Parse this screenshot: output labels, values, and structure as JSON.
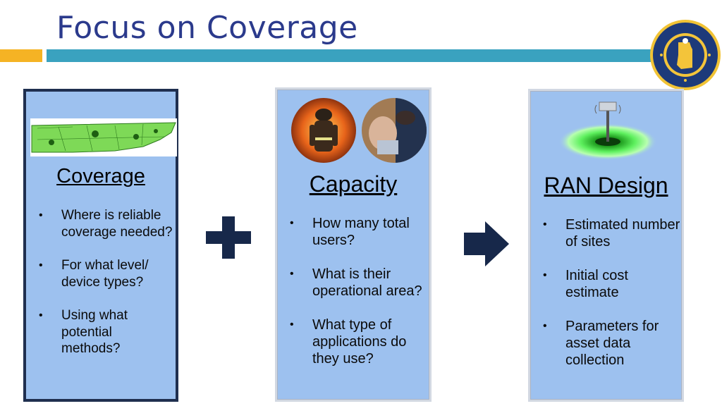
{
  "slide": {
    "title": "Focus on Coverage"
  },
  "panels": {
    "coverage": {
      "heading": "Coverage",
      "items": [
        "Where is reliable coverage needed?",
        "For what level/ device types?",
        "Using what potential methods?"
      ]
    },
    "capacity": {
      "heading": "Capacity",
      "items": [
        "How many total users?",
        "What is their operational area?",
        "What type of applications do they use?"
      ]
    },
    "ran": {
      "heading": "RAN Design",
      "items": [
        "Estimated number of sites",
        "Initial cost estimate",
        "Parameters for asset data collection"
      ]
    }
  },
  "bullet_glyph": "•",
  "icons": {
    "seal": "state-seal-icon",
    "plus": "plus-icon",
    "arrow": "arrow-right-icon"
  },
  "colors": {
    "title": "#2b3a8c",
    "accent_orange": "#f5b324",
    "accent_teal": "#3aa2bf",
    "panel_fill": "#9dc1ef",
    "symbol_navy": "#17284a"
  }
}
